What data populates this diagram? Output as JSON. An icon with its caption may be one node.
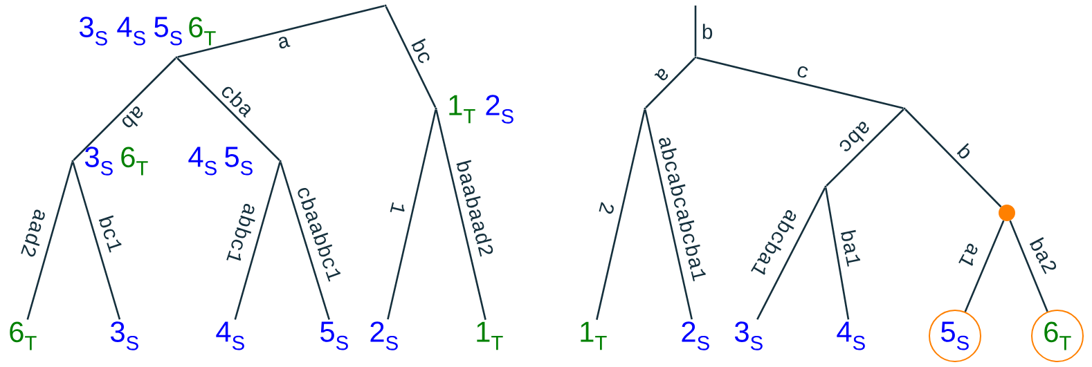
{
  "diagram": {
    "nodes": [
      {
        "text": [],
        "shape": "point"
      },
      {
        "text": [],
        "shape": "point",
        "beside": [
          "3$_{S}$",
          "4$_{S}$",
          "5$_{S}$",
          "6$_{T}$"
        ]
      },
      {
        "text": [],
        "shape": "point",
        "beside": [
          "1$_{T}$",
          "2$_{S}$"
        ]
      },
      {
        "text": [],
        "shape": "point",
        "beside": [
          "3$_{S}$",
          "6$_{T}$"
        ]
      },
      {
        "text": [],
        "shape": "point",
        "beside": [
          "4$_{S}$",
          "5$_{S}$"
        ]
      },
      {
        "text": [
          "6$_{T}$"
        ]
      },
      {
        "text": [
          "3$_{S}$"
        ]
      },
      {
        "text": [
          "4$_{S}$"
        ]
      },
      {
        "text": [
          "5$_{S}$"
        ]
      },
      {
        "text": [
          "2$_{S}$"
        ]
      },
      {
        "text": [
          "1$_{T}$"
        ]
      },
      {
        "text": [],
        "shape": "point"
      },
      {
        "text": [],
        "shape": "point"
      },
      {
        "text": [],
        "shape": "point"
      },
      {
        "text": [],
        "shape": "point"
      },
      {
        "text": [],
        "shape": "circle"
      },
      {
        "text": [
          "1$_{T}$"
        ]
      },
      {
        "text": [
          "2$_{S}$"
        ]
      },
      {
        "text": [
          "3$_{S}$"
        ]
      },
      {
        "text": [
          "4$_{S}$"
        ]
      },
      {
        "text": [
          "5$_{S}$"
        ]
      },
      {
        "text": [
          "6$_{T}$"
        ]
      }
    ],
    "edges": [
      {
        "from": 0,
        "to": 1,
        "arrow": "none",
        "label": "a"
      },
      {
        "from": 0,
        "to": 2,
        "arrow": "none",
        "label": "bc"
      },
      {
        "from": 1,
        "to": 3,
        "arrow": "none",
        "label": "ab"
      },
      {
        "from": 1,
        "to": 4,
        "arrow": "none",
        "label": "cba"
      },
      {
        "from": 3,
        "to": 5,
        "arrow": "none",
        "label": "aad2"
      },
      {
        "from": 3,
        "to": 6,
        "arrow": "none",
        "label": "bc1"
      },
      {
        "from": 4,
        "to": 7,
        "arrow": "none",
        "label": "abbc1"
      },
      {
        "from": 4,
        "to": 8,
        "arrow": "none",
        "label": "cbaabbc1"
      },
      {
        "from": 2,
        "to": 9,
        "arrow": "none",
        "label": "1"
      },
      {
        "from": 2,
        "to": 10,
        "arrow": "none",
        "label": "baabaad2"
      },
      {
        "from": null,
        "to": 11,
        "arrow": "none",
        "label": "b"
      },
      {
        "from": 11,
        "to": 12,
        "arrow": "none",
        "label": "a"
      },
      {
        "from": 11,
        "to": 13,
        "arrow": "none",
        "label": "c"
      },
      {
        "from": 12,
        "to": 16,
        "arrow": "none",
        "label": "2"
      },
      {
        "from": 12,
        "to": 17,
        "arrow": "none",
        "label": "abcabcabcba1"
      },
      {
        "from": 13,
        "to": 14,
        "arrow": "none",
        "label": "abc"
      },
      {
        "from": 13,
        "to": 15,
        "arrow": "none",
        "label": "b"
      },
      {
        "from": 14,
        "to": 18,
        "arrow": "none",
        "label": "abcba1"
      },
      {
        "from": 14,
        "to": 19,
        "arrow": "none",
        "label": "ba1"
      },
      {
        "from": 15,
        "to": 20,
        "arrow": "none",
        "label": "a1"
      },
      {
        "from": 15,
        "to": 21,
        "arrow": "none",
        "label": "ba2"
      }
    ]
  }
}
